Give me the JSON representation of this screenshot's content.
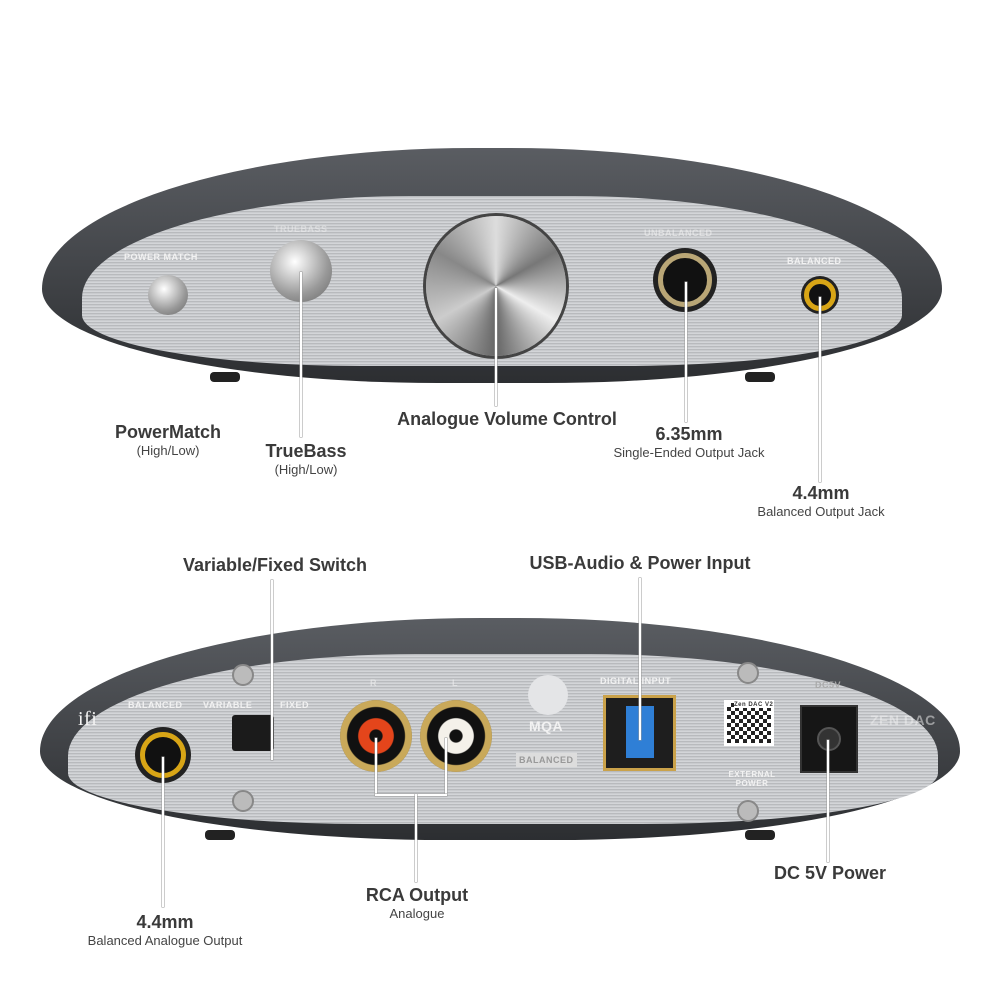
{
  "front": {
    "panel_labels": {
      "power_match": "POWER MATCH",
      "truebass": "TRUEBASS",
      "unbalanced": "UNBALANCED",
      "balanced": "BALANCED"
    },
    "callouts": [
      {
        "title": "PowerMatch",
        "sub": "(High/Low)"
      },
      {
        "title": "TrueBass",
        "sub": "(High/Low)"
      },
      {
        "title": "Analogue Volume Control",
        "sub": ""
      },
      {
        "title": "6.35mm",
        "sub": "Single-Ended Output Jack"
      },
      {
        "title": "4.4mm",
        "sub": "Balanced  Output Jack"
      }
    ]
  },
  "back": {
    "panel_labels": {
      "logo": "ifi",
      "balanced": "BALANCED",
      "variable": "VARIABLE",
      "fixed": "FIXED",
      "r": "R",
      "l": "L",
      "mqa": "MQA",
      "mqa_badge": "BALANCED",
      "digital_input": "DIGITAL INPUT",
      "external_power": "EXTERNAL POWER",
      "dc5v": "DC5V",
      "qr_text": "Zen DAC V2",
      "zen": "ZEN DAC"
    },
    "callouts": [
      {
        "title": "Variable/Fixed Switch",
        "sub": ""
      },
      {
        "title": "USB-Audio & Power Input",
        "sub": ""
      },
      {
        "title": "4.4mm",
        "sub": "Balanced Analogue Output"
      },
      {
        "title": "RCA Output",
        "sub": "Analogue"
      },
      {
        "title": "DC 5V Power",
        "sub": ""
      }
    ]
  },
  "colors": {
    "usb_blue": "#2f7fd6",
    "rca_red": "#e4451b",
    "jack_gold": "#d8a516"
  }
}
